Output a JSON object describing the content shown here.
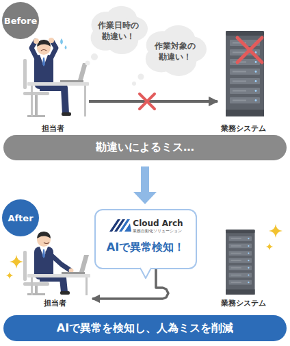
{
  "diagram": {
    "nodes": [
      {
        "text": [
          "Before"
        ]
      },
      {
        "text": [
          "作業日時の 勘違い！"
        ]
      },
      {
        "text": [
          "作業対象の 勘違い！"
        ]
      },
      {
        "text": [
          "担当者"
        ]
      },
      {
        "text": [
          "業務システム"
        ]
      },
      {
        "text": [
          "勘違いによるミス…"
        ]
      },
      {
        "text": [
          "After"
        ]
      },
      {
        "text": [
          "Cloud Arch",
          "業務自動化ソリューション",
          "AIで異常検知！"
        ]
      },
      {
        "text": [
          "担当者"
        ]
      },
      {
        "text": [
          "業務システム"
        ]
      },
      {
        "text": [
          "AIで異常を検知し、人為ミスを削減"
        ]
      }
    ],
    "edges": [
      {
        "from": 3,
        "to": 4,
        "arrow": "to"
      },
      {
        "from": 7,
        "to": 8,
        "arrow": "to"
      }
    ]
  }
}
